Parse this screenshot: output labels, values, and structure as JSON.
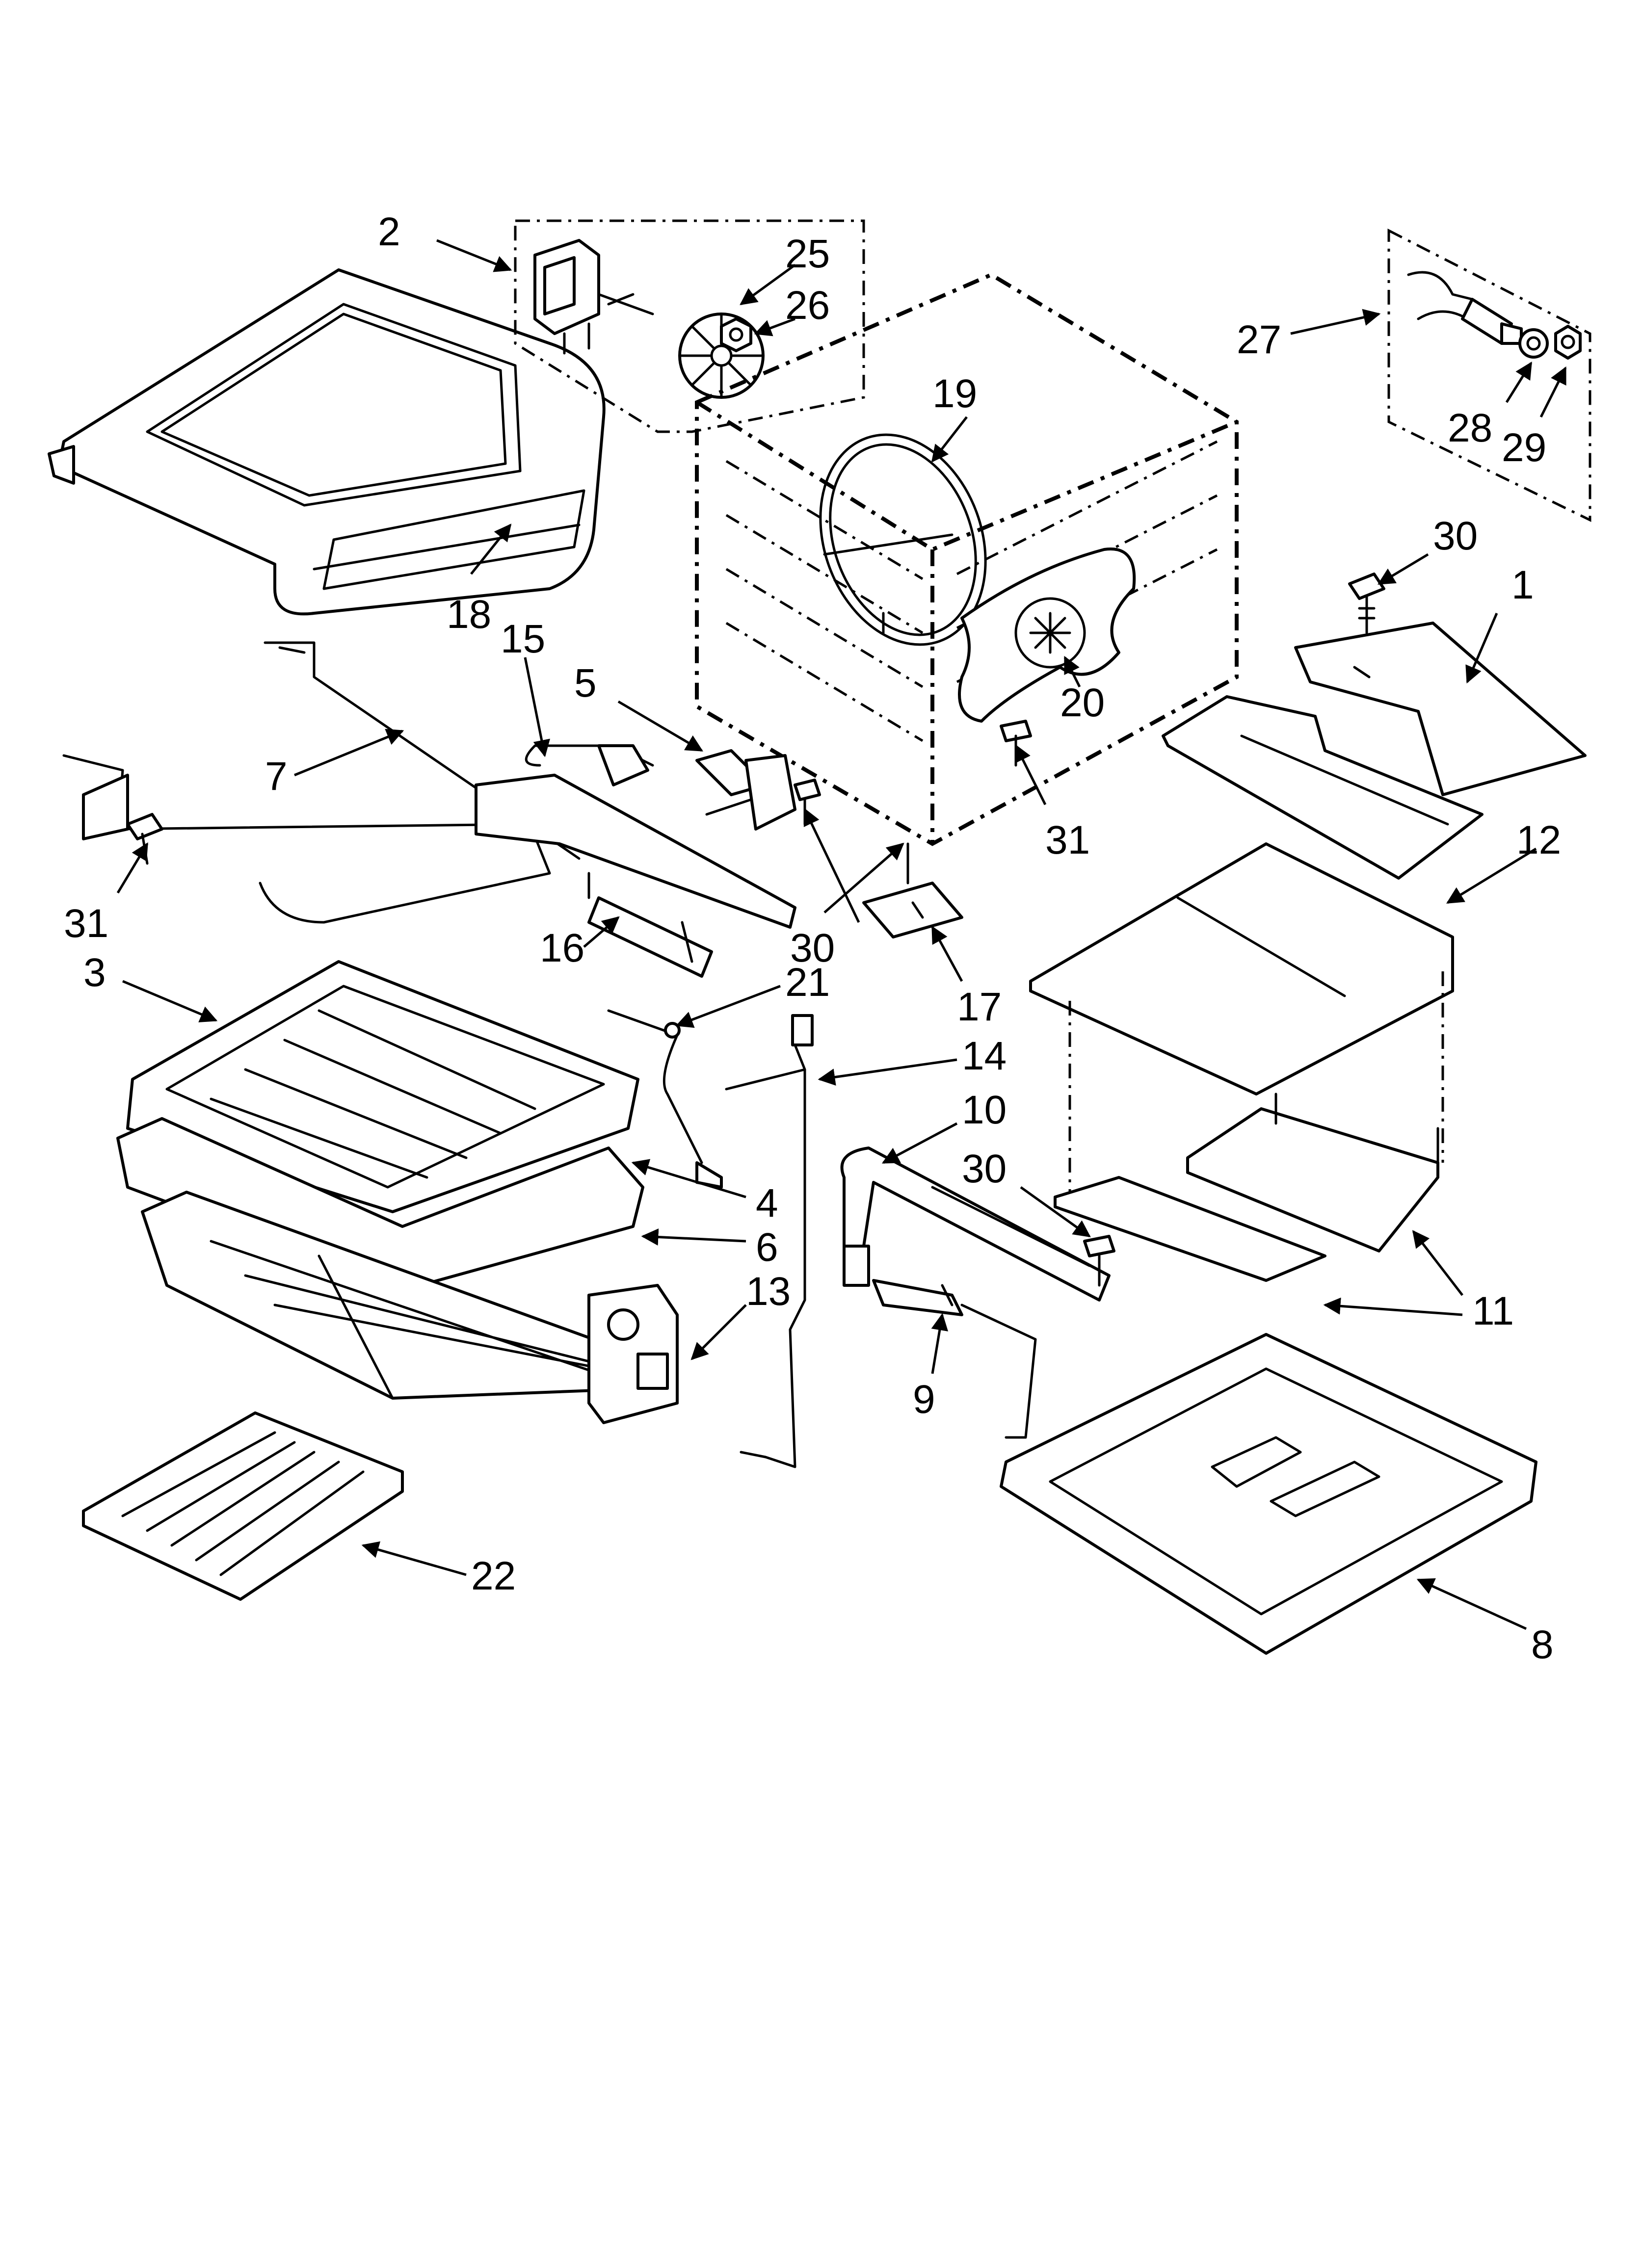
{
  "diagram": {
    "callouts": [
      {
        "id": "c2",
        "text": "2"
      },
      {
        "id": "c25",
        "text": "25"
      },
      {
        "id": "c26",
        "text": "26"
      },
      {
        "id": "c19",
        "text": "19"
      },
      {
        "id": "c27",
        "text": "27"
      },
      {
        "id": "c28",
        "text": "28"
      },
      {
        "id": "c29",
        "text": "29"
      },
      {
        "id": "c18",
        "text": "18"
      },
      {
        "id": "c15",
        "text": "15"
      },
      {
        "id": "c5",
        "text": "5"
      },
      {
        "id": "c30a",
        "text": "30"
      },
      {
        "id": "c1",
        "text": "1"
      },
      {
        "id": "c20",
        "text": "20"
      },
      {
        "id": "c7",
        "text": "7"
      },
      {
        "id": "c31a",
        "text": "31"
      },
      {
        "id": "c31b",
        "text": "31"
      },
      {
        "id": "c12",
        "text": "12"
      },
      {
        "id": "c30b",
        "text": "30"
      },
      {
        "id": "c16",
        "text": "16"
      },
      {
        "id": "c3",
        "text": "3"
      },
      {
        "id": "c21",
        "text": "21"
      },
      {
        "id": "c17",
        "text": "17"
      },
      {
        "id": "c14",
        "text": "14"
      },
      {
        "id": "c10",
        "text": "10"
      },
      {
        "id": "c30c",
        "text": "30"
      },
      {
        "id": "c4",
        "text": "4"
      },
      {
        "id": "c6",
        "text": "6"
      },
      {
        "id": "c13",
        "text": "13"
      },
      {
        "id": "c11",
        "text": "11"
      },
      {
        "id": "c9",
        "text": "9"
      },
      {
        "id": "c22",
        "text": "22"
      },
      {
        "id": "c8",
        "text": "8"
      }
    ]
  }
}
